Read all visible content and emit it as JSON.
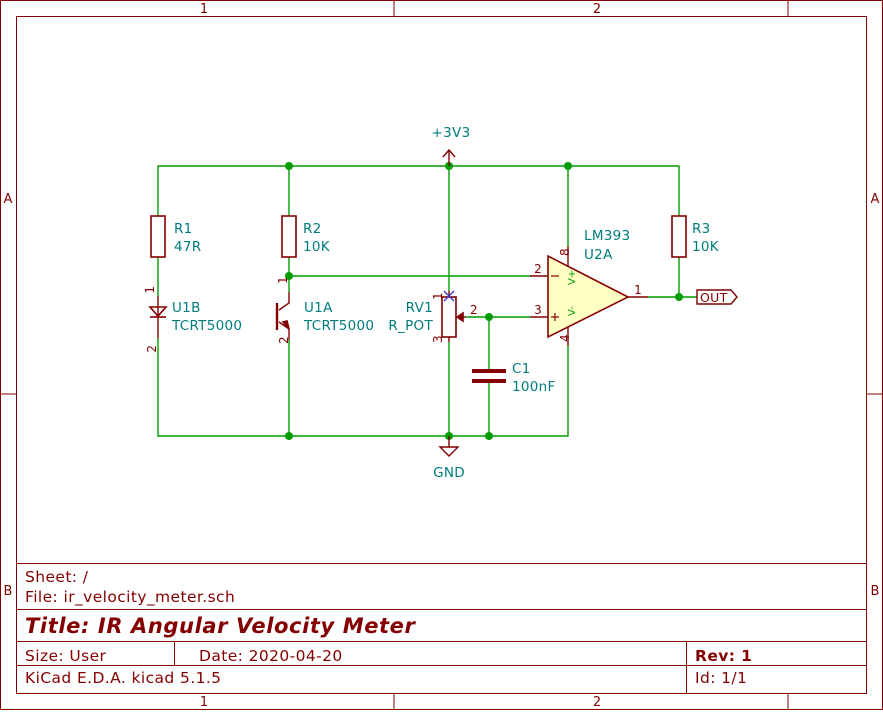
{
  "frame": {
    "columns": [
      "1",
      "2"
    ],
    "rows": [
      "A",
      "B"
    ]
  },
  "title_block": {
    "sheet": "Sheet: /",
    "file": "File: ir_velocity_meter.sch",
    "title": "Title: IR Angular Velocity Meter",
    "size": "Size: User",
    "date": "Date: 2020-04-20",
    "rev": "Rev: 1",
    "tool": "KiCad E.D.A.  kicad 5.1.5",
    "id": "Id: 1/1"
  },
  "schematic": {
    "power_label": "+3V3",
    "ground_label": "GND",
    "out_label": "OUT",
    "components": {
      "R1": {
        "ref": "R1",
        "value": "47R"
      },
      "R2": {
        "ref": "R2",
        "value": "10K"
      },
      "R3": {
        "ref": "R3",
        "value": "10K"
      },
      "U1B": {
        "ref": "U1B",
        "value": "TCRT5000"
      },
      "U1A": {
        "ref": "U1A",
        "value": "TCRT5000"
      },
      "RV1": {
        "ref": "RV1",
        "value": "R_POT"
      },
      "C1": {
        "ref": "C1",
        "value": "100nF"
      },
      "U2A": {
        "ref": "U2A",
        "value": "LM393"
      }
    },
    "pins": {
      "led_1": "1",
      "led_2": "2",
      "trans_1": "1",
      "trans_2": "2",
      "pot_1": "1",
      "pot_2": "2",
      "pot_3": "3",
      "opamp_minus": "2",
      "opamp_plus": "3",
      "opamp_out": "1",
      "opamp_vplus": "8",
      "opamp_vminus": "4",
      "vplus_label": "V+",
      "vminus_label": "V-"
    }
  }
}
